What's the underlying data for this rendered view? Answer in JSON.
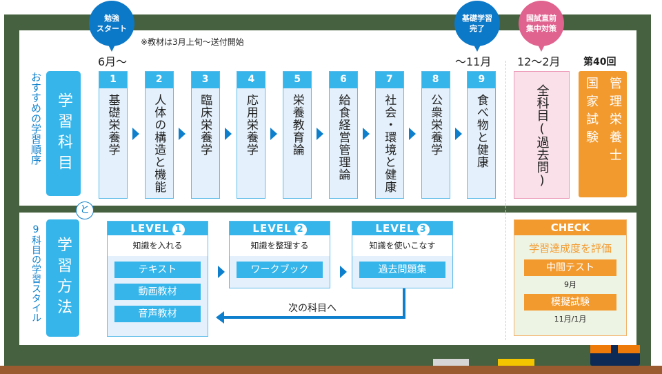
{
  "bubbles": {
    "start": "勉強\nスタート",
    "start_l1": "勉強",
    "start_l2": "スタート",
    "basic_l1": "基礎学習",
    "basic_l2": "完了",
    "exam_l1": "国試直前",
    "exam_l2": "集中対策"
  },
  "note": "※教材は3月上旬～送付開始",
  "periods": {
    "start": "6月～",
    "end": "～11月",
    "final": "12～2月",
    "exam": "第40回"
  },
  "subjects_section": {
    "side_label": "おすすめの学習順序",
    "title": "学習科目"
  },
  "subjects": [
    {
      "num": "1",
      "name": "基礎栄養学"
    },
    {
      "num": "2",
      "name": "人体の構造と機能"
    },
    {
      "num": "3",
      "name": "臨床栄養学"
    },
    {
      "num": "4",
      "name": "応用栄養学"
    },
    {
      "num": "5",
      "name": "栄養教育論"
    },
    {
      "num": "6",
      "name": "給食経営管理論"
    },
    {
      "num": "7",
      "name": "社会・環境と健康"
    },
    {
      "num": "8",
      "name": "公衆栄養学"
    },
    {
      "num": "9",
      "name": "食べ物と健康"
    }
  ],
  "review": "全科目(過去問)",
  "exam_box": {
    "col1": "管理栄養士",
    "col2": "国家試験"
  },
  "connector": "と",
  "methods_section": {
    "side_label": "9科目の学習スタイル",
    "title": "学習方法"
  },
  "levels": [
    {
      "label": "LEVEL",
      "num": "1",
      "sub": "知識を入れる",
      "items": [
        "テキスト",
        "動画教材",
        "音声教材"
      ]
    },
    {
      "label": "LEVEL",
      "num": "2",
      "sub": "知識を整理する",
      "items": [
        "ワークブック"
      ]
    },
    {
      "label": "LEVEL",
      "num": "3",
      "sub": "知識を使いこなす",
      "items": [
        "過去問題集"
      ]
    }
  ],
  "next": "次の科目へ",
  "check": {
    "title": "CHECK",
    "sub": "学習達成度を評価",
    "tests": [
      {
        "name": "中間テスト",
        "when": "9月"
      },
      {
        "name": "模擬試験",
        "when": "11月/1月"
      }
    ]
  },
  "colors": {
    "board": "#46613f",
    "blue": "#35b5ea",
    "dark_blue": "#0d7fcc",
    "pink": "#e0628f",
    "orange": "#f39a2e"
  }
}
